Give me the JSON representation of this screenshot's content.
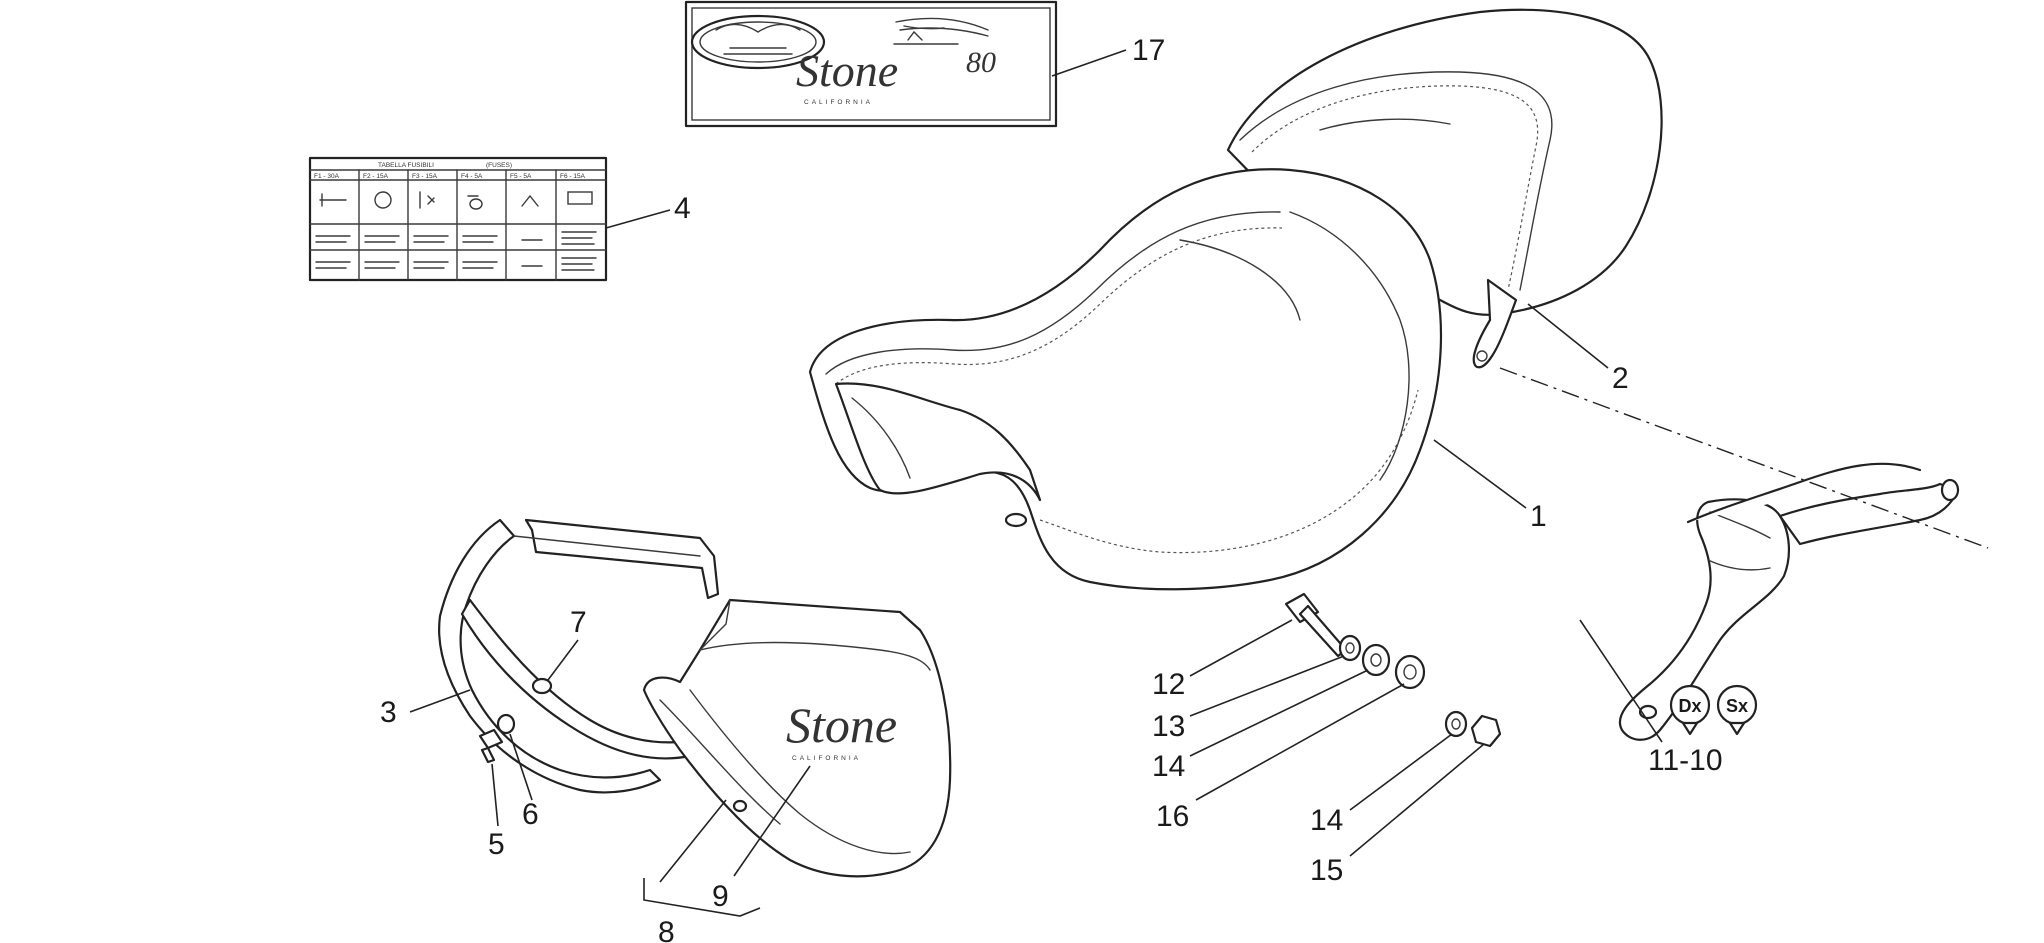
{
  "callouts": {
    "n1": "1",
    "n2": "2",
    "n3": "3",
    "n4": "4",
    "n5": "5",
    "n6": "6",
    "n7": "7",
    "n8": "8",
    "n9": "9",
    "n10_11": "11-10",
    "n12": "12",
    "n13": "13",
    "n14a": "14",
    "n14b": "14",
    "n15": "15",
    "n16": "16",
    "n17": "17"
  },
  "badges": {
    "dx": "Dx",
    "sx": "Sx"
  },
  "decal": {
    "stone_script": "Stone",
    "california": "CALIFORNIA",
    "eighty": "80"
  },
  "side_cover": {
    "stone_script": "Stone",
    "california": "CALIFORNIA"
  },
  "fuse_label": {
    "title": "TABELLA FUSIBILI",
    "title_en": "(FUSES)",
    "headers": [
      "F1 - 30A",
      "F2 - 15A",
      "F3 - 15A",
      "F4 - 5A",
      "F5 - 5A",
      "F6 - 15A"
    ]
  },
  "colors": {
    "line": "#222222",
    "background": "#ffffff"
  }
}
